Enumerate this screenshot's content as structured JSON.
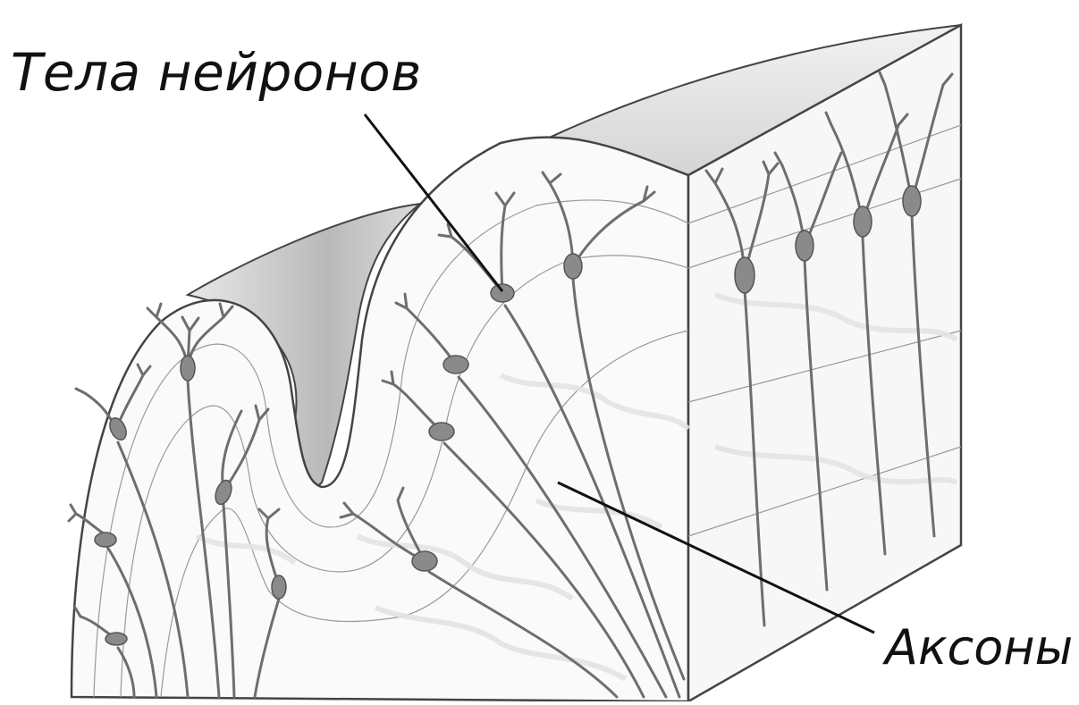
{
  "labels": {
    "neuron_bodies": "Тела нейронов",
    "axons": "Аксоны"
  },
  "colors": {
    "neuron": "#6e6e6e",
    "neuron_body": "#8a8a8a",
    "outline": "#4a4a4a",
    "tissue_fill": "#fafafa",
    "top_surface": "#e2e2e2",
    "cell_pattern": "#e6e6e6",
    "pointer": "#111111"
  },
  "icons": [
    "brain-cortex-illustration"
  ]
}
